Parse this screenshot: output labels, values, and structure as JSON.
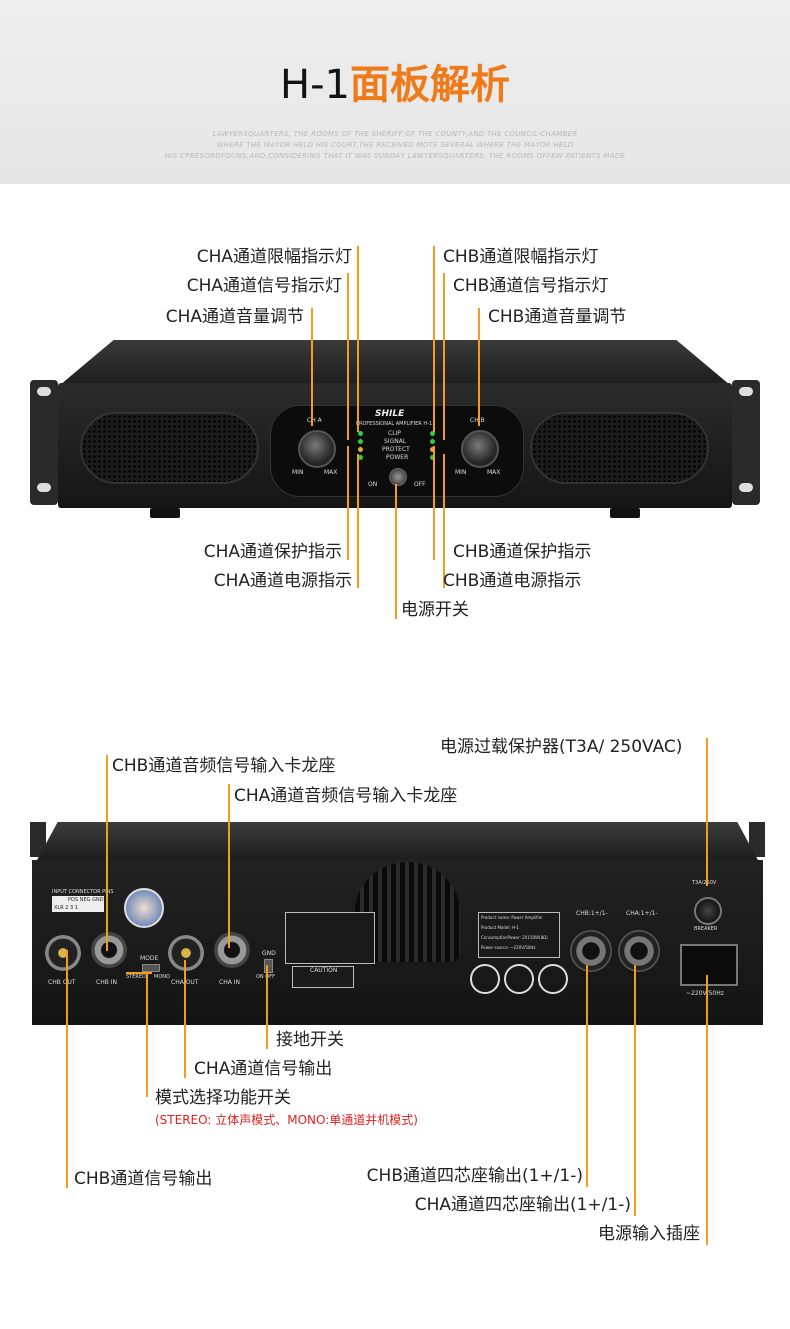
{
  "header": {
    "title_prefix": "H-1",
    "title_main": "面板解析",
    "para_lines": [
      "LAWYERSQUARTERS, THE ROOMS OF THE SHERIFF OF THE COUNTY,AND THE COUNCIL-CHAMBER",
      "WHERE THE MAYOR HELD HIS COURT,THE RECEIVED MOTE SEVERAL WHERE THE MAYOR HELD",
      "HIS CPRESORDFOUNS,AND,CONSIDERING THAT IT WAS SUNDAY LAWYERSQUARTERS, THE ROOMS OFFEW PATIENTS MADE"
    ]
  },
  "front": {
    "labels": {
      "cha_clip": "CHA通道限幅指示灯",
      "cha_signal": "CHA通道信号指示灯",
      "cha_volume": "CHA通道音量调节",
      "chb_clip": "CHB通道限幅指示灯",
      "chb_signal": "CHB通道信号指示灯",
      "chb_volume": "CHB通道音量调节",
      "cha_protect": "CHA通道保护指示",
      "cha_power": "CHA通道电源指示",
      "chb_protect": "CHB通道保护指示",
      "chb_power": "CHB通道电源指示",
      "power_switch": "电源开关"
    },
    "panel": {
      "brand": "SHILE",
      "model": "PROFESSIONAL AMPLIFIER H-1",
      "ind_clip": "CLIP",
      "ind_signal": "SIGNAL",
      "ind_protect": "PROTECT",
      "ind_power": "POWER",
      "knob_a": "CH A",
      "knob_b": "CH B",
      "min": "MIN",
      "max": "MAX",
      "on": "ON",
      "off": "OFF"
    }
  },
  "rear": {
    "labels": {
      "breaker": "电源过载保护器(T3A/ 250VAC)",
      "chb_in": "CHB通道音频信号输入卡龙座",
      "cha_in": "CHA通道音频信号输入卡龙座",
      "gnd_switch": "接地开关",
      "cha_out": "CHA通道信号输出",
      "mode_switch": "模式选择功能开关",
      "mode_note": "(STEREO: 立体声模式、MONO:单通道并机模式)",
      "chb_out": "CHB通道信号输出",
      "chb_speakon": "CHB通道四芯座输出(1+/1-)",
      "cha_speakon": "CHA通道四芯座输出(1+/1-)",
      "power_inlet": "电源输入插座"
    },
    "panel": {
      "chb_out": "CHB OUT",
      "chb_in": "CHB IN",
      "mode": "MODE",
      "stereo": "STEREO",
      "mono": "MONO",
      "cha_out": "CHA OUT",
      "cha_in": "CHA IN",
      "gnd": "GND",
      "on_off": "ON OFF",
      "caution": "CAUTION",
      "chb_spk": "CHB:1+/1-",
      "cha_spk": "CHA:1+/1-",
      "fuse": "T3A/250V",
      "breaker": "BREAKER",
      "voltage": "~220V/50Hz",
      "product_name": "Product name: Power Amplifier",
      "product_model": "Product Model: H-1",
      "consumption": "ConsumptionPower: 2X150W(8Ω)",
      "power_source": "Power source: ~220V/50Hz",
      "pin_title": "INPUT CONNECTOR PINS",
      "pin_head": "POS NEG GND",
      "pin_vals": "XLR 2 3 1"
    }
  },
  "colors": {
    "accent": "#ef7a1a",
    "leader": "#f39c21",
    "note": "#e02020",
    "led": "#2ecc40"
  }
}
